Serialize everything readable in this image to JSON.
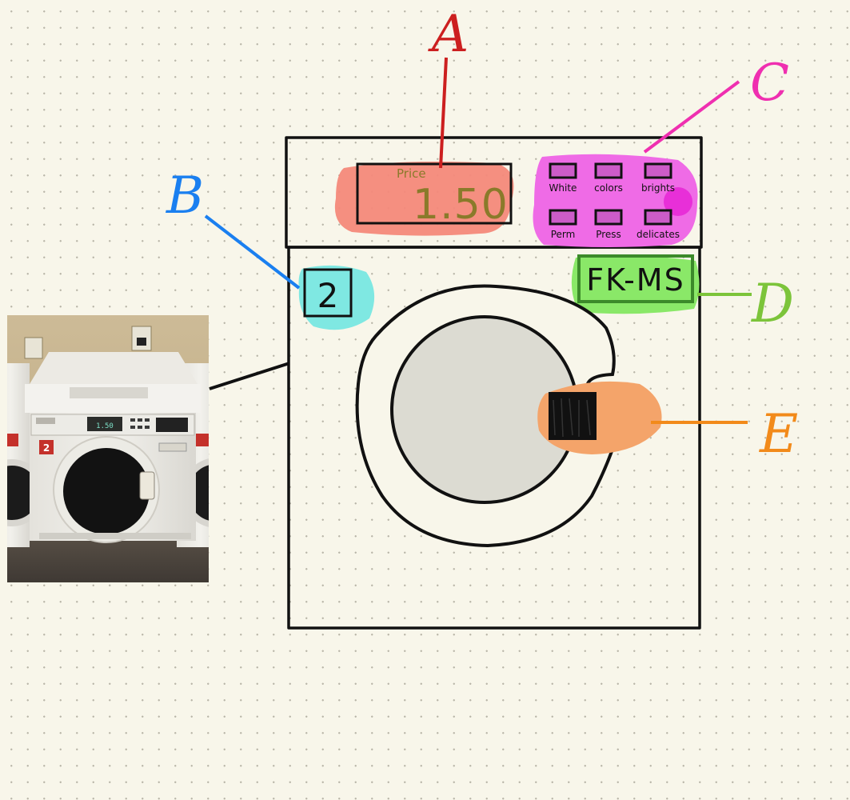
{
  "callouts": {
    "a": {
      "letter": "A",
      "color": "#cc1f1f"
    },
    "b": {
      "letter": "B",
      "color": "#1a7ff0"
    },
    "c": {
      "letter": "C",
      "color": "#ef2fb0"
    },
    "d": {
      "letter": "D",
      "color": "#7cc43a"
    },
    "e": {
      "letter": "E",
      "color": "#f28a1a"
    }
  },
  "price_display": {
    "label": "Price",
    "value": "1.50",
    "text_color": "#8a7a2a",
    "highlight": "#f4897a"
  },
  "machine_number": {
    "value": "2",
    "highlight": "#7fe8e2"
  },
  "cycle_buttons": {
    "highlight": "#ef6be6",
    "button_fill": "#cc5cc8",
    "items": [
      {
        "label": "White"
      },
      {
        "label": "colors"
      },
      {
        "label": "brights"
      },
      {
        "label": "Perm"
      },
      {
        "label": "Press"
      },
      {
        "label": "delicates"
      }
    ]
  },
  "model_tag": {
    "value": "FK-MS",
    "highlight": "#8ae868",
    "border": "#3c8a2a"
  },
  "door_handle": {
    "highlight": "#f4a46a"
  },
  "photo": {
    "number_badge": "2",
    "display_readout": "1.50"
  }
}
